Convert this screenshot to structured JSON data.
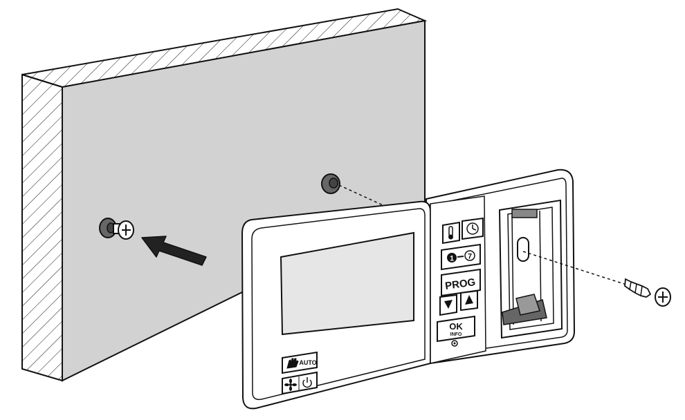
{
  "diagram": {
    "colors": {
      "wall_face": "#d2d2d2",
      "wall_edge": "#ffffff",
      "outline": "#111111",
      "screen": "#e6e6e6",
      "device_body": "#ffffff",
      "dark_part": "#666666"
    },
    "buttons": {
      "prog": "PROG",
      "ok": "OK",
      "info": "INFO",
      "auto": "AUTO",
      "day_range_from": "1",
      "day_range_to": "7"
    },
    "icons": [
      "thermometer-icon",
      "clock-icon",
      "hand-icon",
      "fan-icon",
      "power-icon",
      "arrow-down-icon",
      "arrow-up-icon",
      "indicator-icon",
      "screw-icon",
      "wall-anchor-icon",
      "direction-arrow-icon"
    ]
  }
}
